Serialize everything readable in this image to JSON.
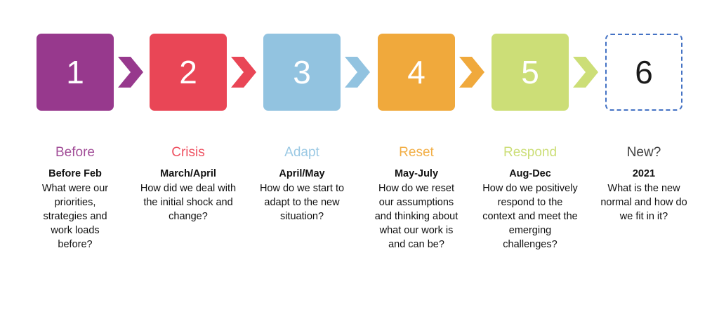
{
  "diagram": {
    "type": "process-timeline",
    "background_color": "#ffffff",
    "steps": [
      {
        "number": "1",
        "title": "Before",
        "period": "Before Feb",
        "body": "What were our priorities, strategies and work loads before?",
        "box_color": "#97398D",
        "title_color": "#A24E98",
        "arrow_color": "#97398D",
        "style": "filled"
      },
      {
        "number": "2",
        "title": "Crisis",
        "period": "March/April",
        "body": "How did we deal with the initial shock and change?",
        "box_color": "#E94656",
        "title_color": "#EE5060",
        "arrow_color": "#E94656",
        "style": "filled"
      },
      {
        "number": "3",
        "title": "Adapt",
        "period": "April/May",
        "body": "How do we start to adapt to the new situation?",
        "box_color": "#92C3E0",
        "title_color": "#9BC9E4",
        "arrow_color": "#92C3E0",
        "style": "filled"
      },
      {
        "number": "4",
        "title": "Reset",
        "period": "May-July",
        "body": "How do we reset our assumptions and thinking about what our work is and can be?",
        "box_color": "#F0A93C",
        "title_color": "#F2AE45",
        "arrow_color": "#F0A93C",
        "style": "filled"
      },
      {
        "number": "5",
        "title": "Respond",
        "period": "Aug-Dec",
        "body": "How do we positively respond to the context and meet the emerging challenges?",
        "box_color": "#CCDE77",
        "title_color": "#CCDE77",
        "arrow_color": "#CCDE77",
        "style": "filled"
      },
      {
        "number": "6",
        "title": "New?",
        "period": "2021",
        "body": "What is the new normal and how do we fit in it?",
        "box_color": "#ffffff",
        "title_color": "#3F3F3F",
        "arrow_color": "",
        "border_color": "#4472C4",
        "style": "dashed-outline"
      }
    ]
  }
}
